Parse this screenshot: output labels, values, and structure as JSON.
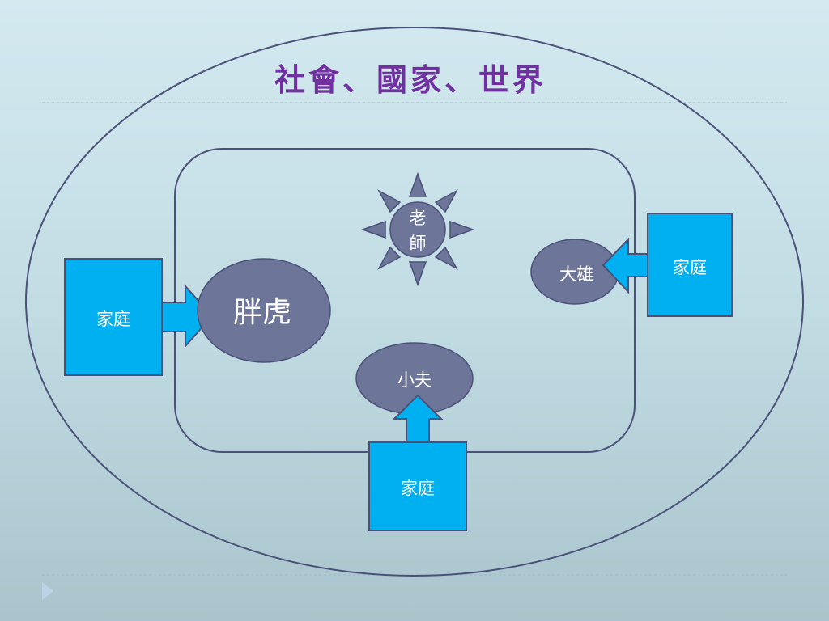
{
  "title": "社會、國家、世界",
  "nodes": {
    "teacher": {
      "line1": "老",
      "line2": "師"
    },
    "pangu": "胖虎",
    "daxiong": "大雄",
    "xiaofu": "小夫"
  },
  "families": {
    "left": "家庭",
    "right": "家庭",
    "bottom": "家庭"
  },
  "colors": {
    "title": "#7030a0",
    "family_box": "#00b0f0",
    "node_fill": "#6d7599",
    "outline": "#4a5178"
  }
}
